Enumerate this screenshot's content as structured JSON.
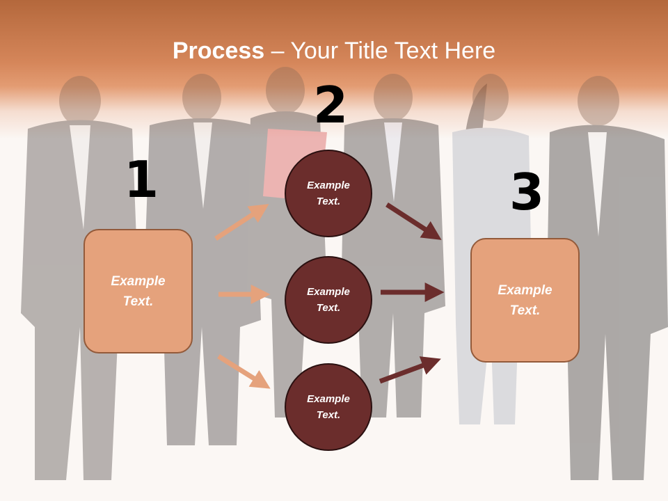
{
  "title": {
    "bold": "Process",
    "rest": " – Your Title Text Here"
  },
  "steps": {
    "one": "1",
    "two": "2",
    "three": "3"
  },
  "left_box": {
    "text": "Example Text."
  },
  "right_box": {
    "text": "Example Text."
  },
  "circles": [
    {
      "text": "Example Text."
    },
    {
      "text": "Example Text."
    },
    {
      "text": "Example Text."
    }
  ],
  "colors": {
    "header": "#d5865a",
    "box_fill": "#e5a27c",
    "box_border": "#935a3a",
    "circle_fill": "#6b2d2c",
    "arrow_light": "#e5a27c",
    "arrow_dark": "#6b2d2c"
  }
}
